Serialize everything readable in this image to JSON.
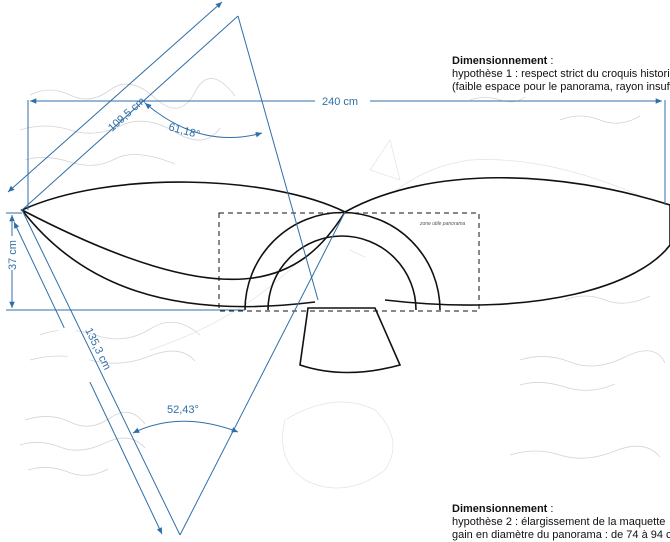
{
  "dimensions": {
    "top_length": "240 cm",
    "upper_diagonal": "109,5 cm",
    "upper_angle": "61,18°",
    "height": "37 cm",
    "lower_diagonal": "135,3 cm",
    "lower_angle": "52,43°"
  },
  "zone_label": "zone utile panorama",
  "notes": [
    {
      "heading": "Dimensionnement",
      "suffix": " :",
      "lines": [
        "hypothèse 1 : respect strict du croquis histori",
        "(faible espace pour le panorama, rayon insuff"
      ]
    },
    {
      "heading": "Dimensionnement",
      "suffix": " :",
      "lines": [
        "hypothèse 2 : élargissement de la maquette",
        "gain en diamètre du panorama : de 74 à 94 c"
      ]
    }
  ]
}
